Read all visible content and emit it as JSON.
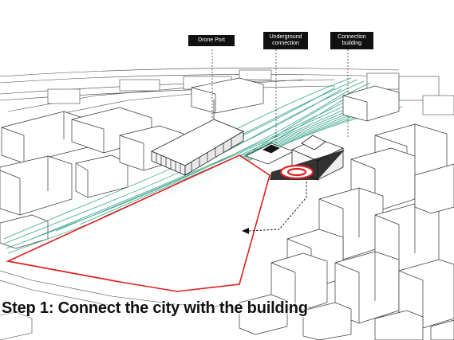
{
  "labels": {
    "drone_port": "Drone Port",
    "underground": "Underground\nconnection",
    "connection_building": "Connection\nbuilding"
  },
  "caption": "Step 1: Connect the city with the building",
  "colors": {
    "site_outline": "#e02020",
    "rail_tracks": "#3aa58c",
    "linework": "#222222",
    "label_bg": "#111111"
  }
}
